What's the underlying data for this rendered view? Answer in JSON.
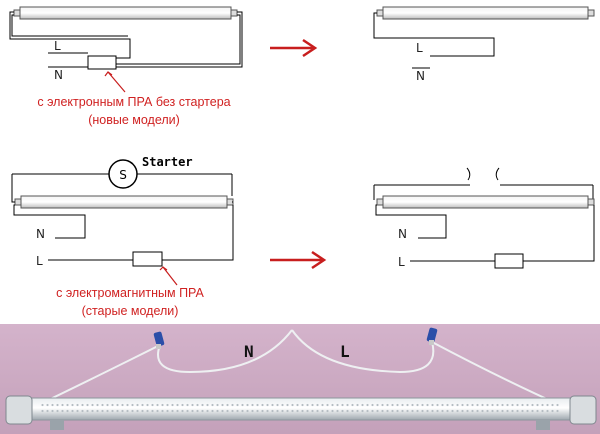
{
  "diagrams": {
    "top_left": {
      "label_l": "L",
      "label_n": "N"
    },
    "top_right": {
      "label_l": "L",
      "label_n": "N"
    },
    "bottom_left": {
      "starter_text": "Starter",
      "starter_symbol": "S",
      "label_n": "N",
      "label_l": "L"
    },
    "bottom_right": {
      "label_n": "N",
      "label_l": "L"
    }
  },
  "captions": {
    "electronic_line1": "с электронным ПРА без стартера",
    "electronic_line2": "(новые модели)",
    "magnetic_line1": "с электромагнитным ПРА",
    "magnetic_line2": "(старые модели)"
  },
  "photo": {
    "label_n": "N",
    "label_l": "L"
  },
  "colors": {
    "arrow": "#c81e1e",
    "caption": "#d02222",
    "photo_bg": "#c9a8c0",
    "wire": "#000000"
  }
}
